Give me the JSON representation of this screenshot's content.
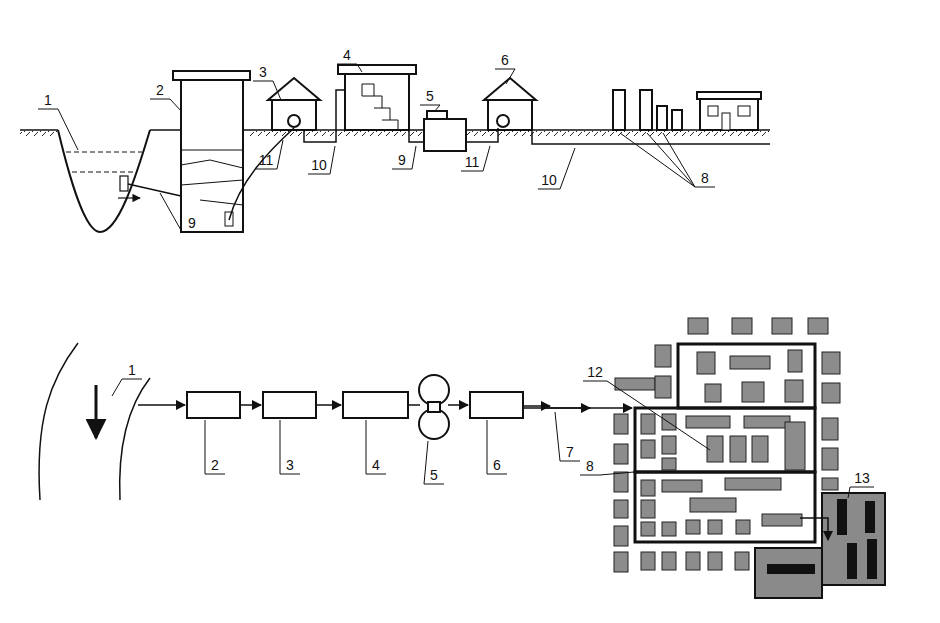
{
  "diagram": {
    "labels": [
      "1",
      "2",
      "3",
      "4",
      "5",
      "6",
      "9",
      "11",
      "10",
      "9",
      "11",
      "10",
      "8",
      "1",
      "2",
      "3",
      "4",
      "5",
      "6",
      "7",
      "8",
      "12",
      "13"
    ]
  }
}
